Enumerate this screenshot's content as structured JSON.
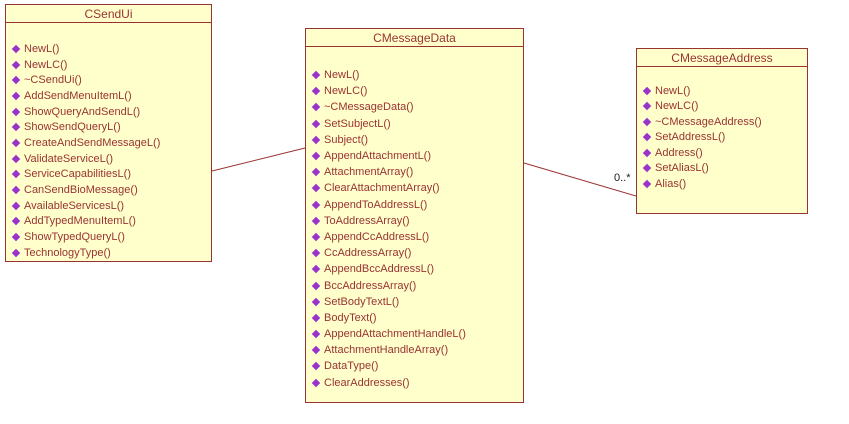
{
  "colors": {
    "fill": "#ffffcc",
    "border": "#993333",
    "text": "#993333",
    "line": "#993333",
    "diamond": "#9933cc"
  },
  "classes": [
    {
      "name": "CSendUi",
      "methods": [
        "NewL()",
        "NewLC()",
        "~CSendUi()",
        "AddSendMenuItemL()",
        "ShowQueryAndSendL()",
        "ShowSendQueryL()",
        "CreateAndSendMessageL()",
        "ValidateServiceL()",
        "ServiceCapabilitiesL()",
        "CanSendBioMessage()",
        "AvailableServicesL()",
        "AddTypedMenuItemL()",
        "ShowTypedQueryL()",
        "TechnologyType()"
      ]
    },
    {
      "name": "CMessageData",
      "methods": [
        "NewL()",
        "NewLC()",
        "~CMessageData()",
        "SetSubjectL()",
        "Subject()",
        "AppendAttachmentL()",
        "AttachmentArray()",
        "ClearAttachmentArray()",
        "AppendToAddressL()",
        "ToAddressArray()",
        "AppendCcAddressL()",
        "CcAddressArray()",
        "AppendBccAddressL()",
        "BccAddressArray()",
        "SetBodyTextL()",
        "BodyText()",
        "AppendAttachmentHandleL()",
        "AttachmentHandleArray()",
        "DataType()",
        "ClearAddresses()"
      ]
    },
    {
      "name": "CMessageAddress",
      "methods": [
        "NewL()",
        "NewLC()",
        "~CMessageAddress()",
        "SetAddressL()",
        "Address()",
        "SetAliasL()",
        "Alias()"
      ]
    }
  ],
  "associations": [
    {
      "from": "CSendUi",
      "to": "CMessageData"
    },
    {
      "from": "CMessageData",
      "to": "CMessageAddress",
      "multiplicity": "0..*"
    }
  ]
}
